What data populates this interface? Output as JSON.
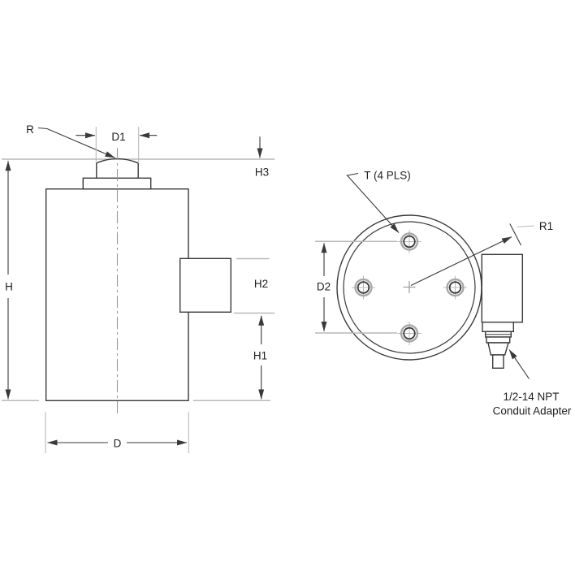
{
  "figure": {
    "type": "engineering dimension drawing",
    "views": [
      "side view",
      "top view"
    ]
  },
  "side_view": {
    "dimensions": {
      "r": "R",
      "d1": "D1",
      "h3": "H3",
      "h": "H",
      "h2": "H2",
      "h1": "H1",
      "d": "D"
    }
  },
  "top_view": {
    "dimensions": {
      "t": "T (4 PLS)",
      "d2": "D2",
      "r1": "R1"
    },
    "note": {
      "line1": "1/2-14 NPT",
      "line2": "Conduit Adapter"
    }
  },
  "colors": {
    "background": "#ffffff",
    "line": "#3a3a3a",
    "reference_line": "#b9b9b9",
    "centerline": "#9a9a9a",
    "hole_ring": "#a8a8a8",
    "text": "#1f1f1f"
  }
}
